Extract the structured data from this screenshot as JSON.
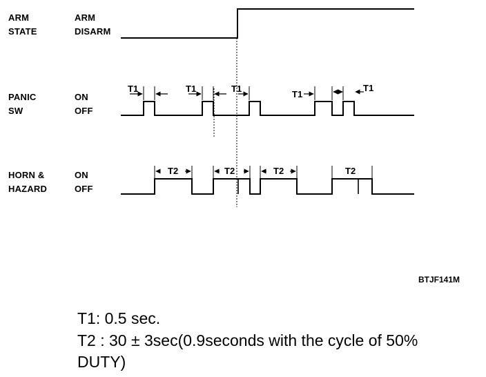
{
  "rows": [
    {
      "name": "ARM\nSTATE",
      "states": "ARM\nDISARM"
    },
    {
      "name": "PANIC\nSW",
      "states": "ON\nOFF"
    },
    {
      "name": "HORN &\nHAZARD",
      "states": "ON\nOFF"
    }
  ],
  "timing_labels": {
    "t1": "T1",
    "t2": "T2"
  },
  "figure_code": "BTJF141M",
  "legend": {
    "t1": "T1:  0.5 sec.",
    "t2_line1": "T2 : 30 ± 3sec(0.9seconds with the cycle of 50%",
    "t2_line2": "DUTY)"
  }
}
